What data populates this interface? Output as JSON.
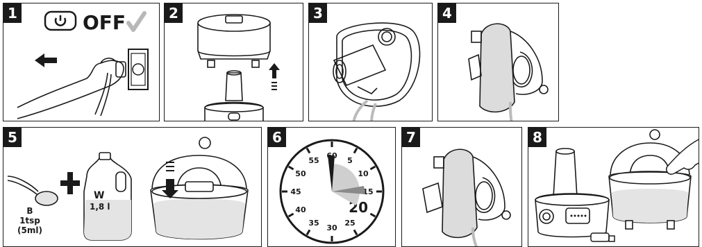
{
  "steps": [
    "1",
    "2",
    "3",
    "4",
    "5",
    "6",
    "7",
    "8"
  ],
  "step1": {
    "power_state": "OFF"
  },
  "step5": {
    "spoon_letter": "B",
    "spoon_amount": "1tsp",
    "spoon_ml": "(5ml)",
    "jug_letter": "W",
    "jug_amount": "1,8 l"
  },
  "step6": {
    "clock_labels": [
      "60",
      "5",
      "10",
      "15",
      "20",
      "25",
      "30",
      "35",
      "40",
      "45",
      "50",
      "55"
    ],
    "highlight_minutes": "20"
  },
  "colors": {
    "ink": "#1a1a1a",
    "check": "#b8b8b8",
    "water": "#e8e8e8"
  }
}
